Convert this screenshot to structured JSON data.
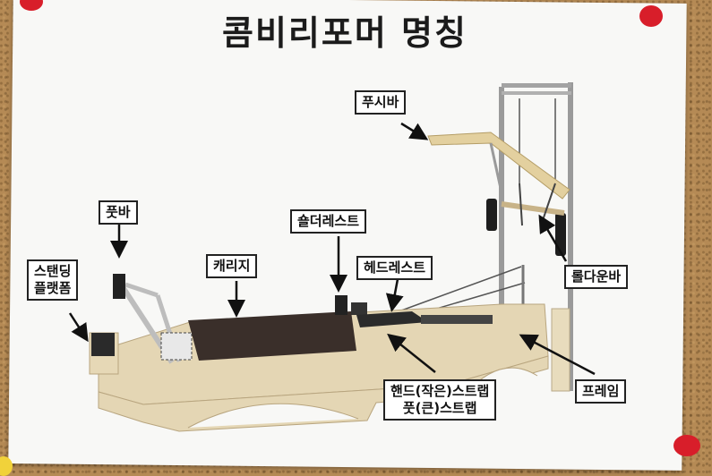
{
  "title": "콤비리포머 명칭",
  "labels": {
    "pushbar": "푸시바",
    "footbar": "풋바",
    "shoulder_rest": "숄더레스트",
    "standing_platform_line1": "스탠딩",
    "standing_platform_line2": "플랫폼",
    "carriage": "캐리지",
    "headrest": "헤드레스트",
    "roll_down_bar": "롤다운바",
    "frame": "프레임",
    "strap_line1": "핸드(작은)스트랩",
    "strap_line2": "풋(큰)스트랩"
  },
  "colors": {
    "paper": "#f8f8f6",
    "corkboard": "#b58a55",
    "wood": "#e4d6b4",
    "carriage": "#3a2f2a",
    "pin": "#d81e2a"
  }
}
